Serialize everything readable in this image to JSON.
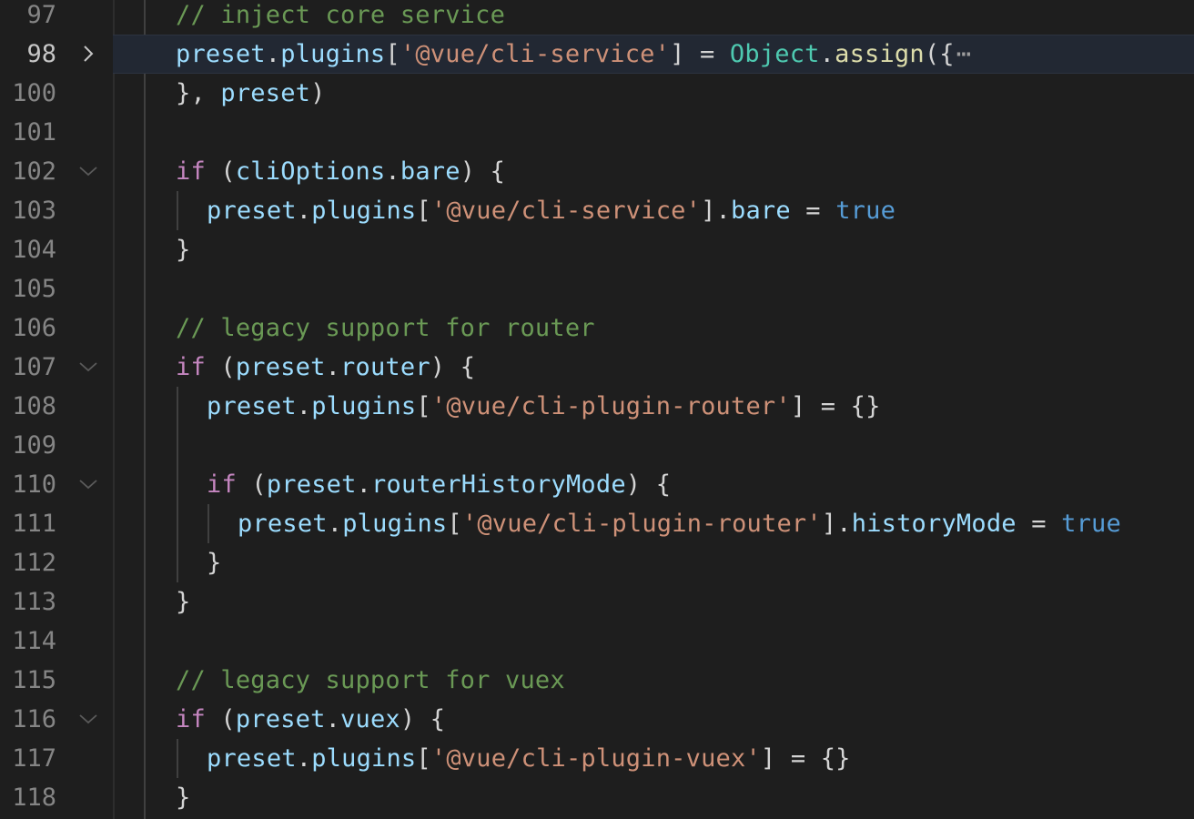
{
  "editor": {
    "lines": [
      {
        "num": "97",
        "fold": null,
        "indent": 0,
        "tokens": [
          {
            "t": "// inject core service",
            "c": "com"
          }
        ]
      },
      {
        "num": "98",
        "fold": "collapsed",
        "indent": 0,
        "current": true,
        "ellipsis": "⋯",
        "tokens": [
          {
            "t": "preset",
            "c": "var"
          },
          {
            "t": ".",
            "c": "p"
          },
          {
            "t": "plugins",
            "c": "var"
          },
          {
            "t": "[",
            "c": "p"
          },
          {
            "t": "'@vue/cli-service'",
            "c": "str"
          },
          {
            "t": "] = ",
            "c": "p"
          },
          {
            "t": "Object",
            "c": "cls"
          },
          {
            "t": ".",
            "c": "p"
          },
          {
            "t": "assign",
            "c": "fn"
          },
          {
            "t": "({",
            "c": "p"
          }
        ]
      },
      {
        "num": "100",
        "fold": null,
        "indent": 0,
        "tokens": [
          {
            "t": "}, ",
            "c": "p"
          },
          {
            "t": "preset",
            "c": "var"
          },
          {
            "t": ")",
            "c": "p"
          }
        ]
      },
      {
        "num": "101",
        "fold": null,
        "indent": 0,
        "tokens": []
      },
      {
        "num": "102",
        "fold": "expanded",
        "indent": 0,
        "tokens": [
          {
            "t": "if",
            "c": "kw"
          },
          {
            "t": " (",
            "c": "p"
          },
          {
            "t": "cliOptions",
            "c": "var"
          },
          {
            "t": ".",
            "c": "p"
          },
          {
            "t": "bare",
            "c": "var"
          },
          {
            "t": ") {",
            "c": "p"
          }
        ]
      },
      {
        "num": "103",
        "fold": null,
        "indent": 1,
        "tokens": [
          {
            "t": "preset",
            "c": "var"
          },
          {
            "t": ".",
            "c": "p"
          },
          {
            "t": "plugins",
            "c": "var"
          },
          {
            "t": "[",
            "c": "p"
          },
          {
            "t": "'@vue/cli-service'",
            "c": "str"
          },
          {
            "t": "].",
            "c": "p"
          },
          {
            "t": "bare",
            "c": "var"
          },
          {
            "t": " = ",
            "c": "p"
          },
          {
            "t": "true",
            "c": "bool"
          }
        ]
      },
      {
        "num": "104",
        "fold": null,
        "indent": 0,
        "tokens": [
          {
            "t": "}",
            "c": "p"
          }
        ]
      },
      {
        "num": "105",
        "fold": null,
        "indent": 0,
        "tokens": []
      },
      {
        "num": "106",
        "fold": null,
        "indent": 0,
        "tokens": [
          {
            "t": "// legacy support for router",
            "c": "com"
          }
        ]
      },
      {
        "num": "107",
        "fold": "expanded",
        "indent": 0,
        "tokens": [
          {
            "t": "if",
            "c": "kw"
          },
          {
            "t": " (",
            "c": "p"
          },
          {
            "t": "preset",
            "c": "var"
          },
          {
            "t": ".",
            "c": "p"
          },
          {
            "t": "router",
            "c": "var"
          },
          {
            "t": ") {",
            "c": "p"
          }
        ]
      },
      {
        "num": "108",
        "fold": null,
        "indent": 1,
        "tokens": [
          {
            "t": "preset",
            "c": "var"
          },
          {
            "t": ".",
            "c": "p"
          },
          {
            "t": "plugins",
            "c": "var"
          },
          {
            "t": "[",
            "c": "p"
          },
          {
            "t": "'@vue/cli-plugin-router'",
            "c": "str"
          },
          {
            "t": "] = {}",
            "c": "p"
          }
        ]
      },
      {
        "num": "109",
        "fold": null,
        "indent": 1,
        "tokens": []
      },
      {
        "num": "110",
        "fold": "expanded",
        "indent": 1,
        "tokens": [
          {
            "t": "if",
            "c": "kw"
          },
          {
            "t": " (",
            "c": "p"
          },
          {
            "t": "preset",
            "c": "var"
          },
          {
            "t": ".",
            "c": "p"
          },
          {
            "t": "routerHistoryMode",
            "c": "var"
          },
          {
            "t": ") {",
            "c": "p"
          }
        ]
      },
      {
        "num": "111",
        "fold": null,
        "indent": 2,
        "tokens": [
          {
            "t": "preset",
            "c": "var"
          },
          {
            "t": ".",
            "c": "p"
          },
          {
            "t": "plugins",
            "c": "var"
          },
          {
            "t": "[",
            "c": "p"
          },
          {
            "t": "'@vue/cli-plugin-router'",
            "c": "str"
          },
          {
            "t": "].",
            "c": "p"
          },
          {
            "t": "historyMode",
            "c": "var"
          },
          {
            "t": " = ",
            "c": "p"
          },
          {
            "t": "true",
            "c": "bool"
          }
        ]
      },
      {
        "num": "112",
        "fold": null,
        "indent": 1,
        "tokens": [
          {
            "t": "}",
            "c": "p"
          }
        ]
      },
      {
        "num": "113",
        "fold": null,
        "indent": 0,
        "tokens": [
          {
            "t": "}",
            "c": "p"
          }
        ]
      },
      {
        "num": "114",
        "fold": null,
        "indent": 0,
        "tokens": []
      },
      {
        "num": "115",
        "fold": null,
        "indent": 0,
        "tokens": [
          {
            "t": "// legacy support for vuex",
            "c": "com"
          }
        ]
      },
      {
        "num": "116",
        "fold": "expanded",
        "indent": 0,
        "tokens": [
          {
            "t": "if",
            "c": "kw"
          },
          {
            "t": " (",
            "c": "p"
          },
          {
            "t": "preset",
            "c": "var"
          },
          {
            "t": ".",
            "c": "p"
          },
          {
            "t": "vuex",
            "c": "var"
          },
          {
            "t": ") {",
            "c": "p"
          }
        ]
      },
      {
        "num": "117",
        "fold": null,
        "indent": 1,
        "tokens": [
          {
            "t": "preset",
            "c": "var"
          },
          {
            "t": ".",
            "c": "p"
          },
          {
            "t": "plugins",
            "c": "var"
          },
          {
            "t": "[",
            "c": "p"
          },
          {
            "t": "'@vue/cli-plugin-vuex'",
            "c": "str"
          },
          {
            "t": "] = {}",
            "c": "p"
          }
        ]
      },
      {
        "num": "118",
        "fold": null,
        "indent": 0,
        "tokens": [
          {
            "t": "}",
            "c": "p"
          }
        ]
      }
    ]
  },
  "colors": {
    "background": "#1e1e1e",
    "keyword": "#c586c0",
    "variable": "#9cdcfe",
    "string": "#ce9178",
    "comment": "#6a9955",
    "class": "#4ec9b0",
    "function": "#dcdcaa",
    "boolean": "#569cd6",
    "punctuation": "#d4d4d4",
    "line_number": "#858585",
    "current_line_number": "#c6c6c6"
  },
  "icons": {
    "fold_collapsed": "chevron-right-icon",
    "fold_expanded": "chevron-down-icon",
    "folded_ellipsis": "ellipsis-icon"
  }
}
